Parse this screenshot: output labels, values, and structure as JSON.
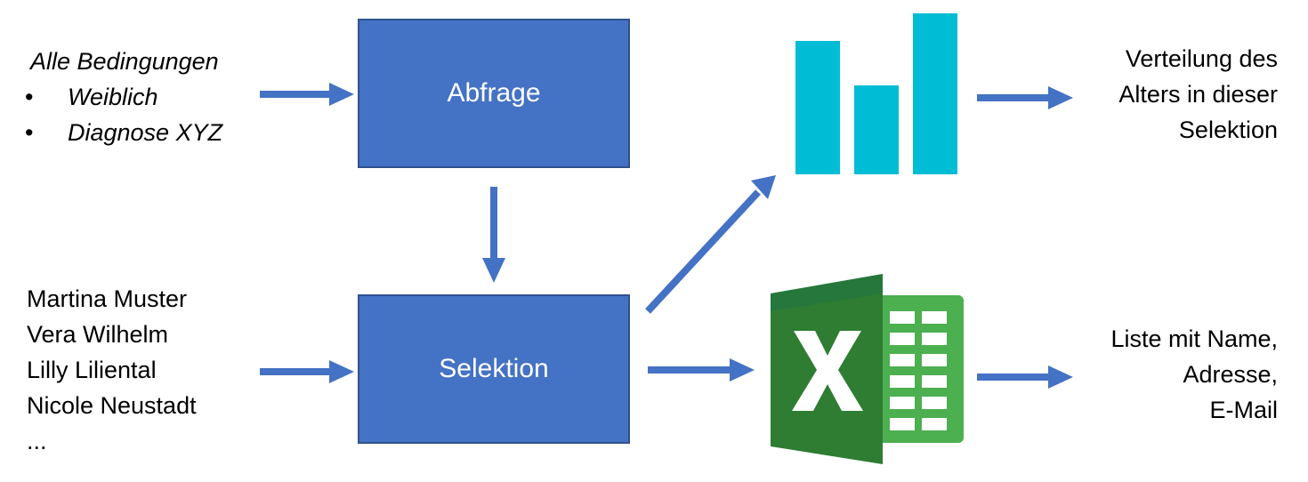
{
  "conditions": {
    "heading": "Alle Bedingungen",
    "bullet": "•",
    "items": [
      "Weiblich",
      "Diagnose XYZ"
    ]
  },
  "names": [
    "Martina Muster",
    "Vera Wilhelm",
    "Lilly Liliental",
    "Nicole Neustadt",
    "..."
  ],
  "boxes": {
    "query": "Abfrage",
    "selection": "Selektion"
  },
  "outputs": {
    "distribution": [
      "Verteilung des",
      "Alters in dieser",
      "Selektion"
    ],
    "list": [
      "Liste mit Name,",
      "Adresse,",
      "E-Mail"
    ]
  },
  "colors": {
    "arrow": "#4472C4",
    "box_fill": "#4472C4",
    "box_border": "#2F528F",
    "chart_bars": "#00BCD4",
    "excel_dark": "#1E7145",
    "excel_mid": "#2E7D32",
    "excel_light": "#4CAF50",
    "excel_grid": "#ffffff"
  },
  "icons": {
    "chart": "bar-chart-icon",
    "spreadsheet": "excel-icon"
  }
}
